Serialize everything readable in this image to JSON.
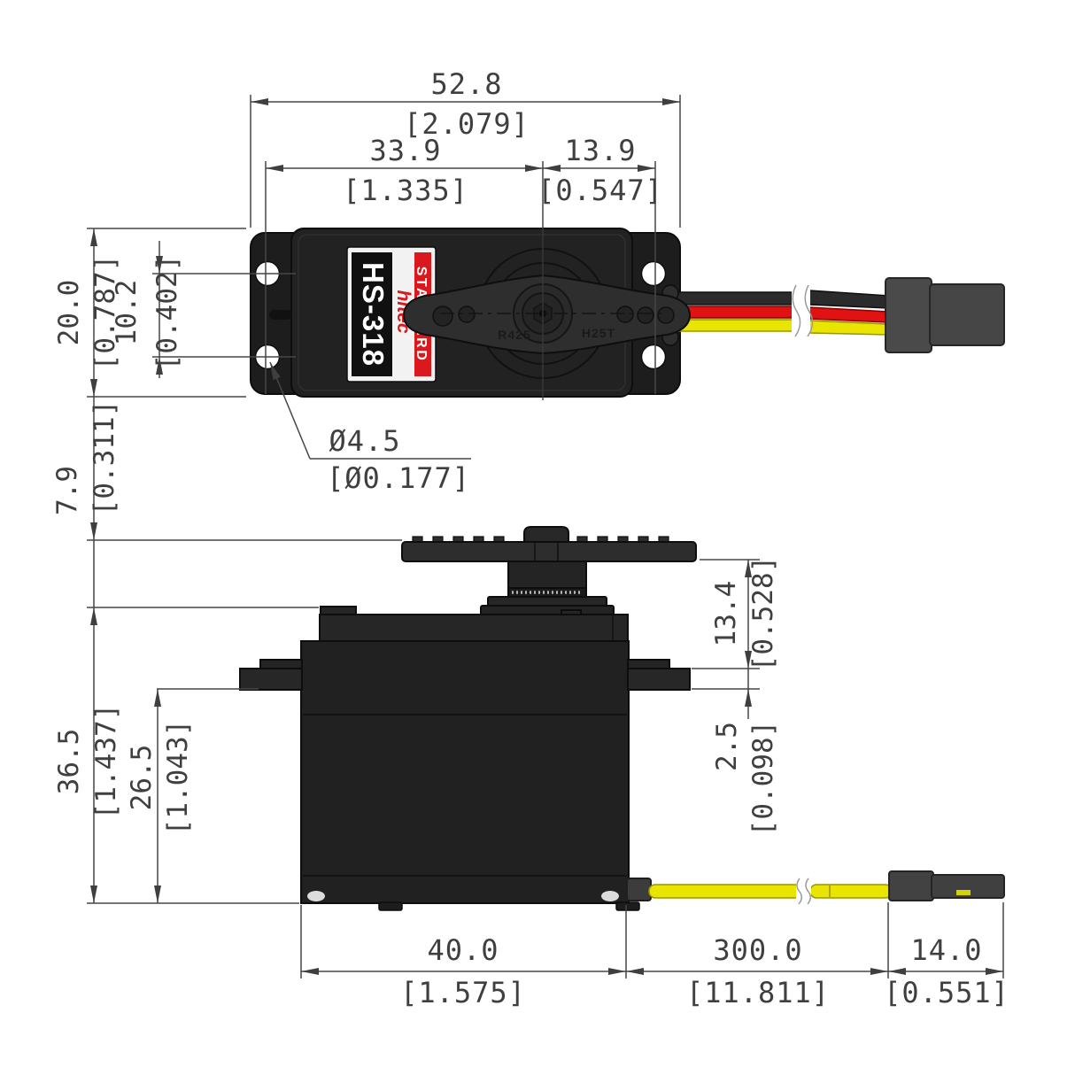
{
  "title": "HS-318 servo dimension drawing",
  "label": {
    "model": "HS-318",
    "brand": "hitec",
    "series": "STANDARD"
  },
  "horn": {
    "marking_left": "R425",
    "marking_right": "H25T"
  },
  "dims": {
    "overall_width": {
      "mm": "52.8",
      "in": "[2.079]"
    },
    "hole_to_shaft": {
      "mm": "33.9",
      "in": "[1.335]"
    },
    "shaft_to_hole": {
      "mm": "13.9",
      "in": "[0.547]"
    },
    "body_width": {
      "mm": "20.0",
      "in": "[0.787]"
    },
    "hole_spacing": {
      "mm": "10.2",
      "in": "[0.402]"
    },
    "hole_diameter": {
      "mm": "Ø4.5",
      "in": "[Ø0.177]"
    },
    "horn_height": {
      "mm": "7.9",
      "in": "[0.311]"
    },
    "overall_height": {
      "mm": "36.5",
      "in": "[1.437]"
    },
    "flange_to_bottom": {
      "mm": "26.5",
      "in": "[1.043]"
    },
    "shaft_top_height": {
      "mm": "13.4",
      "in": "[0.528]"
    },
    "flange_thickness": {
      "mm": "2.5",
      "in": "[0.098]"
    },
    "body_length": {
      "mm": "40.0",
      "in": "[1.575]"
    },
    "cable_length": {
      "mm": "300.0",
      "in": "[11.811]"
    },
    "connector_length": {
      "mm": "14.0",
      "in": "[0.551]"
    }
  },
  "colors": {
    "body_black": "#1e1e1e",
    "label_red": "#d9191d",
    "wire_black": "#2b2b2b",
    "wire_red": "#e01212",
    "wire_yellow": "#e9e400",
    "connector_gray": "#454545",
    "line_gray": "#3f3f3f"
  }
}
